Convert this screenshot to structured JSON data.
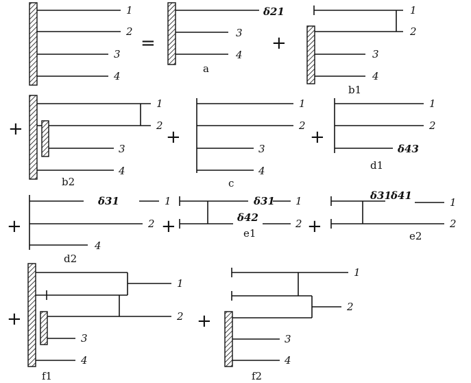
{
  "operators": {
    "equals": "=",
    "plus": "+"
  },
  "line_numbers": {
    "n1": "1",
    "n2": "2",
    "n3": "3",
    "n4": "4"
  },
  "symbols": {
    "d21": "δ21",
    "d43": "δ43",
    "d31": "δ31",
    "d42": "δ42",
    "d41": "δ41"
  },
  "captions": {
    "a": "a",
    "b1": "b1",
    "b2": "b2",
    "c": "c",
    "d1": "d1",
    "d2": "d2",
    "e1": "e1",
    "e2": "e2",
    "f1": "f1",
    "f2": "f2"
  }
}
